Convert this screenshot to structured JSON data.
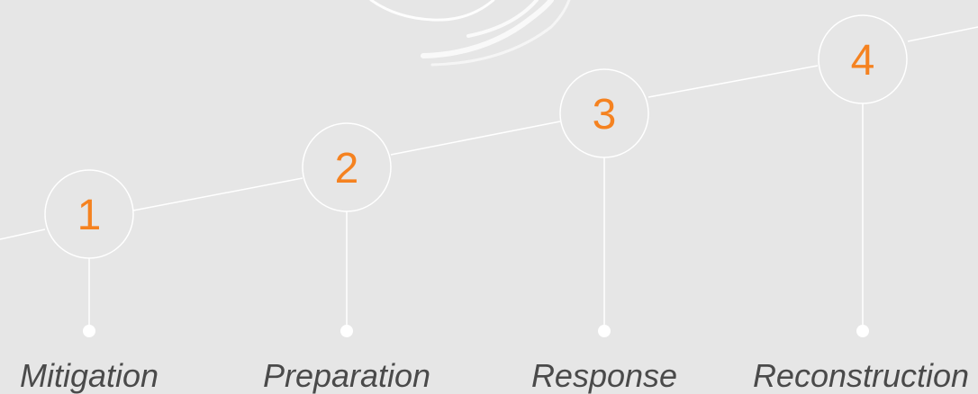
{
  "steps": [
    {
      "number": "1",
      "label": "Mitigation"
    },
    {
      "number": "2",
      "label": "Preparation"
    },
    {
      "number": "3",
      "label": "Response"
    },
    {
      "number": "4",
      "label": "Reconstruction"
    }
  ],
  "colors": {
    "background": "#e6e6e6",
    "accent": "#f58220",
    "line": "#ffffff",
    "label": "#4a4a4a"
  },
  "icons": {
    "top_decoration": "swirl-logo-icon"
  }
}
